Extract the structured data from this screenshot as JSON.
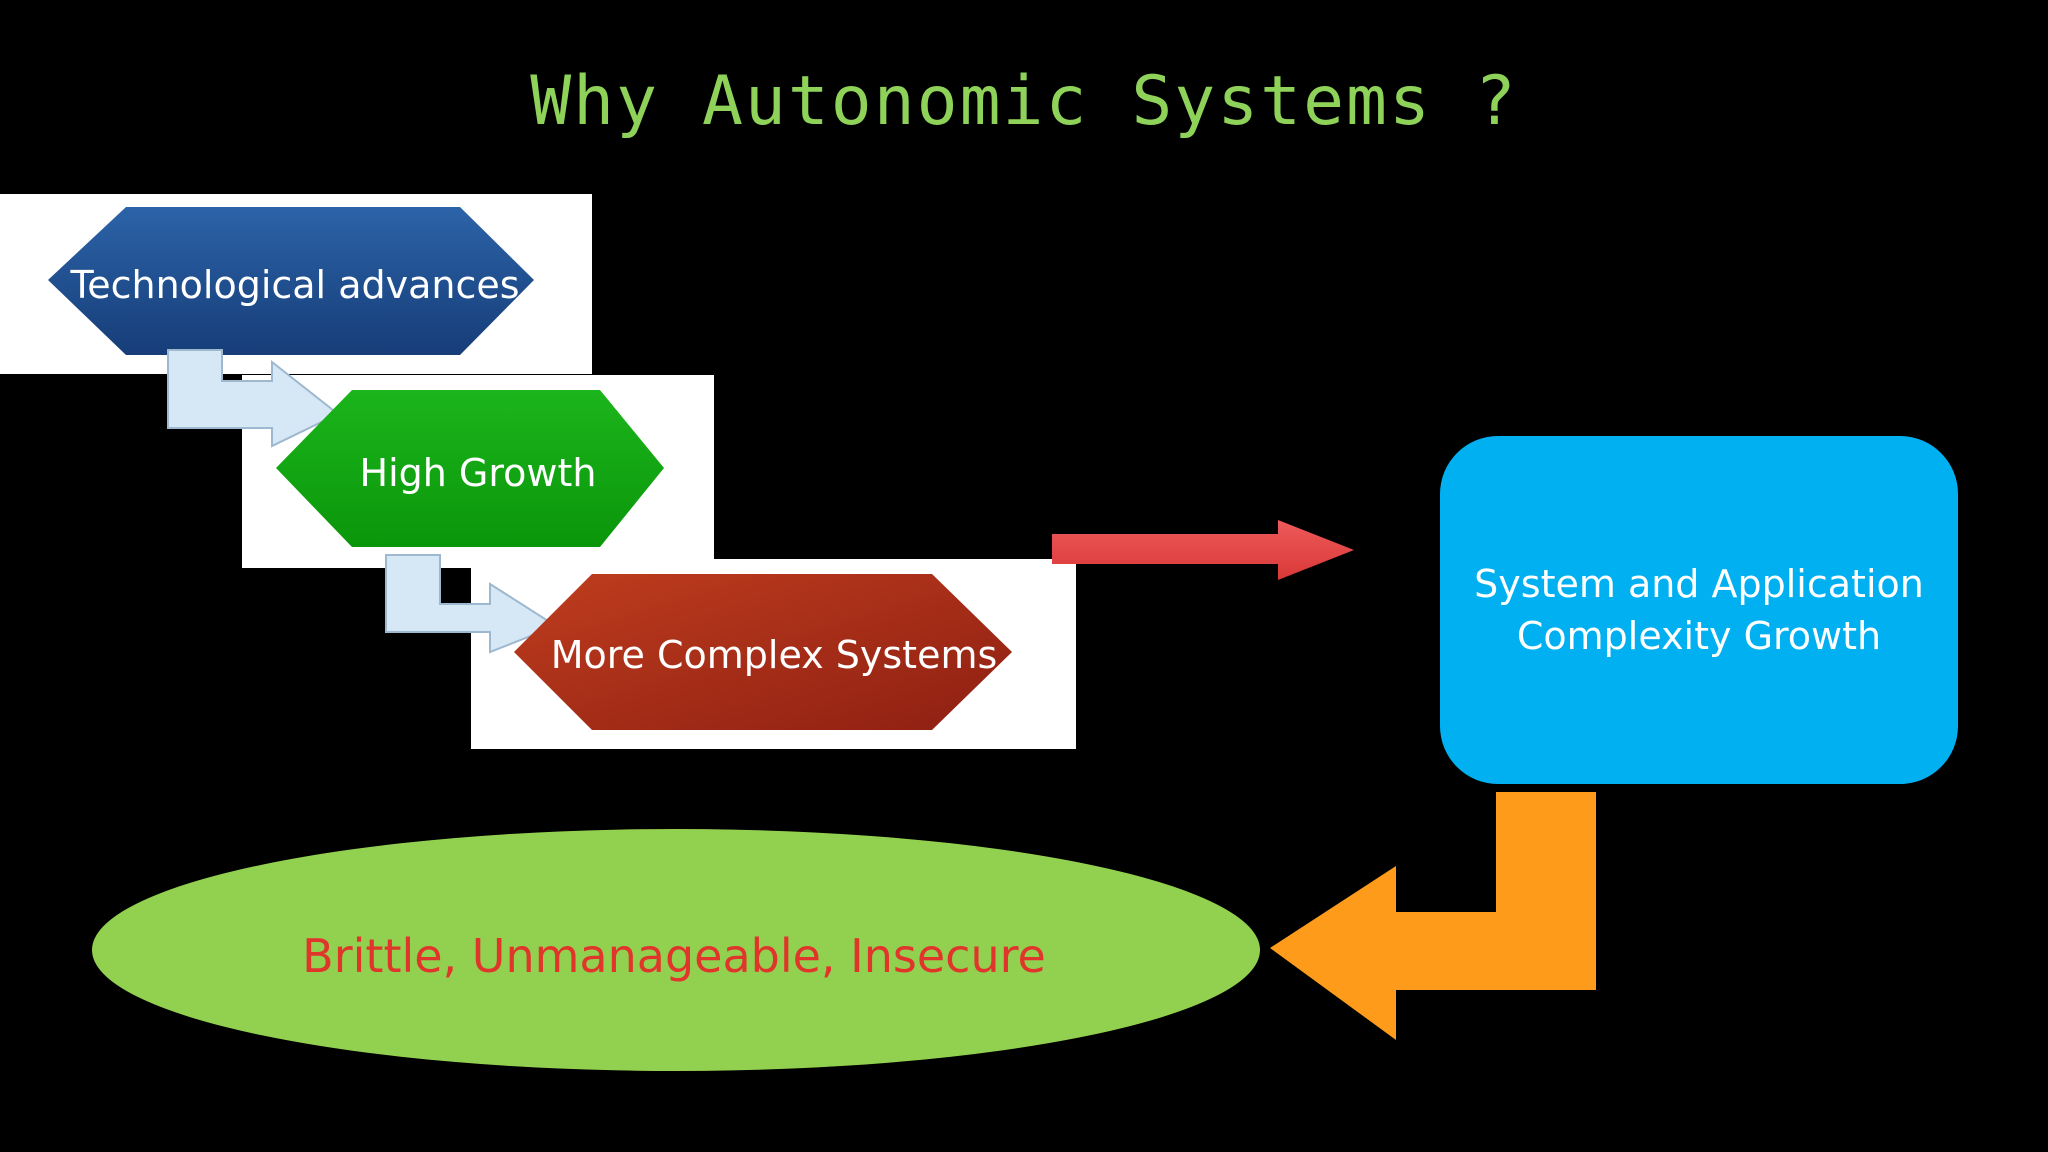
{
  "slide": {
    "title": "Why Autonomic Systems ?"
  },
  "flow": {
    "step1": "Technological advances",
    "step2": "High Growth",
    "step3": "More Complex Systems"
  },
  "complexity_box": {
    "line1": "System and Application",
    "line2": "Complexity Growth"
  },
  "result": {
    "label": "Brittle, Unmanageable, Insecure"
  },
  "colors": {
    "title": "#8fd25a",
    "step1_fill": "#1f4e8c",
    "step2_fill": "#12a612",
    "step3_fill": "#a8321c",
    "complexity_box_fill": "#00b0f0",
    "result_fill": "#92d050",
    "result_text": "#e0352b",
    "red_arrow": "#e84c4c",
    "orange_arrow": "#ff9b1a",
    "bent_arrow": "#d6e8f6"
  }
}
